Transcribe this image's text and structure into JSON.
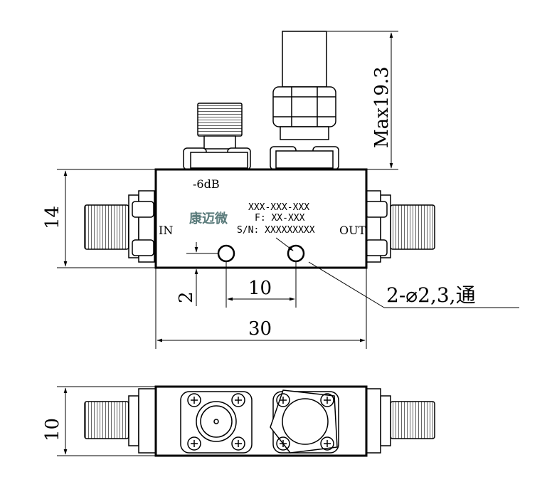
{
  "body": {
    "attenuation": "-6dB",
    "logo": "康迈微",
    "part_number": "XXX-XXX-XXX",
    "frequency": "F: XX-XXX",
    "serial": "S/N: XXXXXXXXX",
    "port_in": "IN",
    "port_out": "OUT"
  },
  "dimensions": {
    "height": "14",
    "max_height": "Max19.3",
    "hole_offset": "2",
    "hole_spacing": "10",
    "length": "30",
    "holes": "2-⌀2,3,通",
    "width": "10"
  }
}
